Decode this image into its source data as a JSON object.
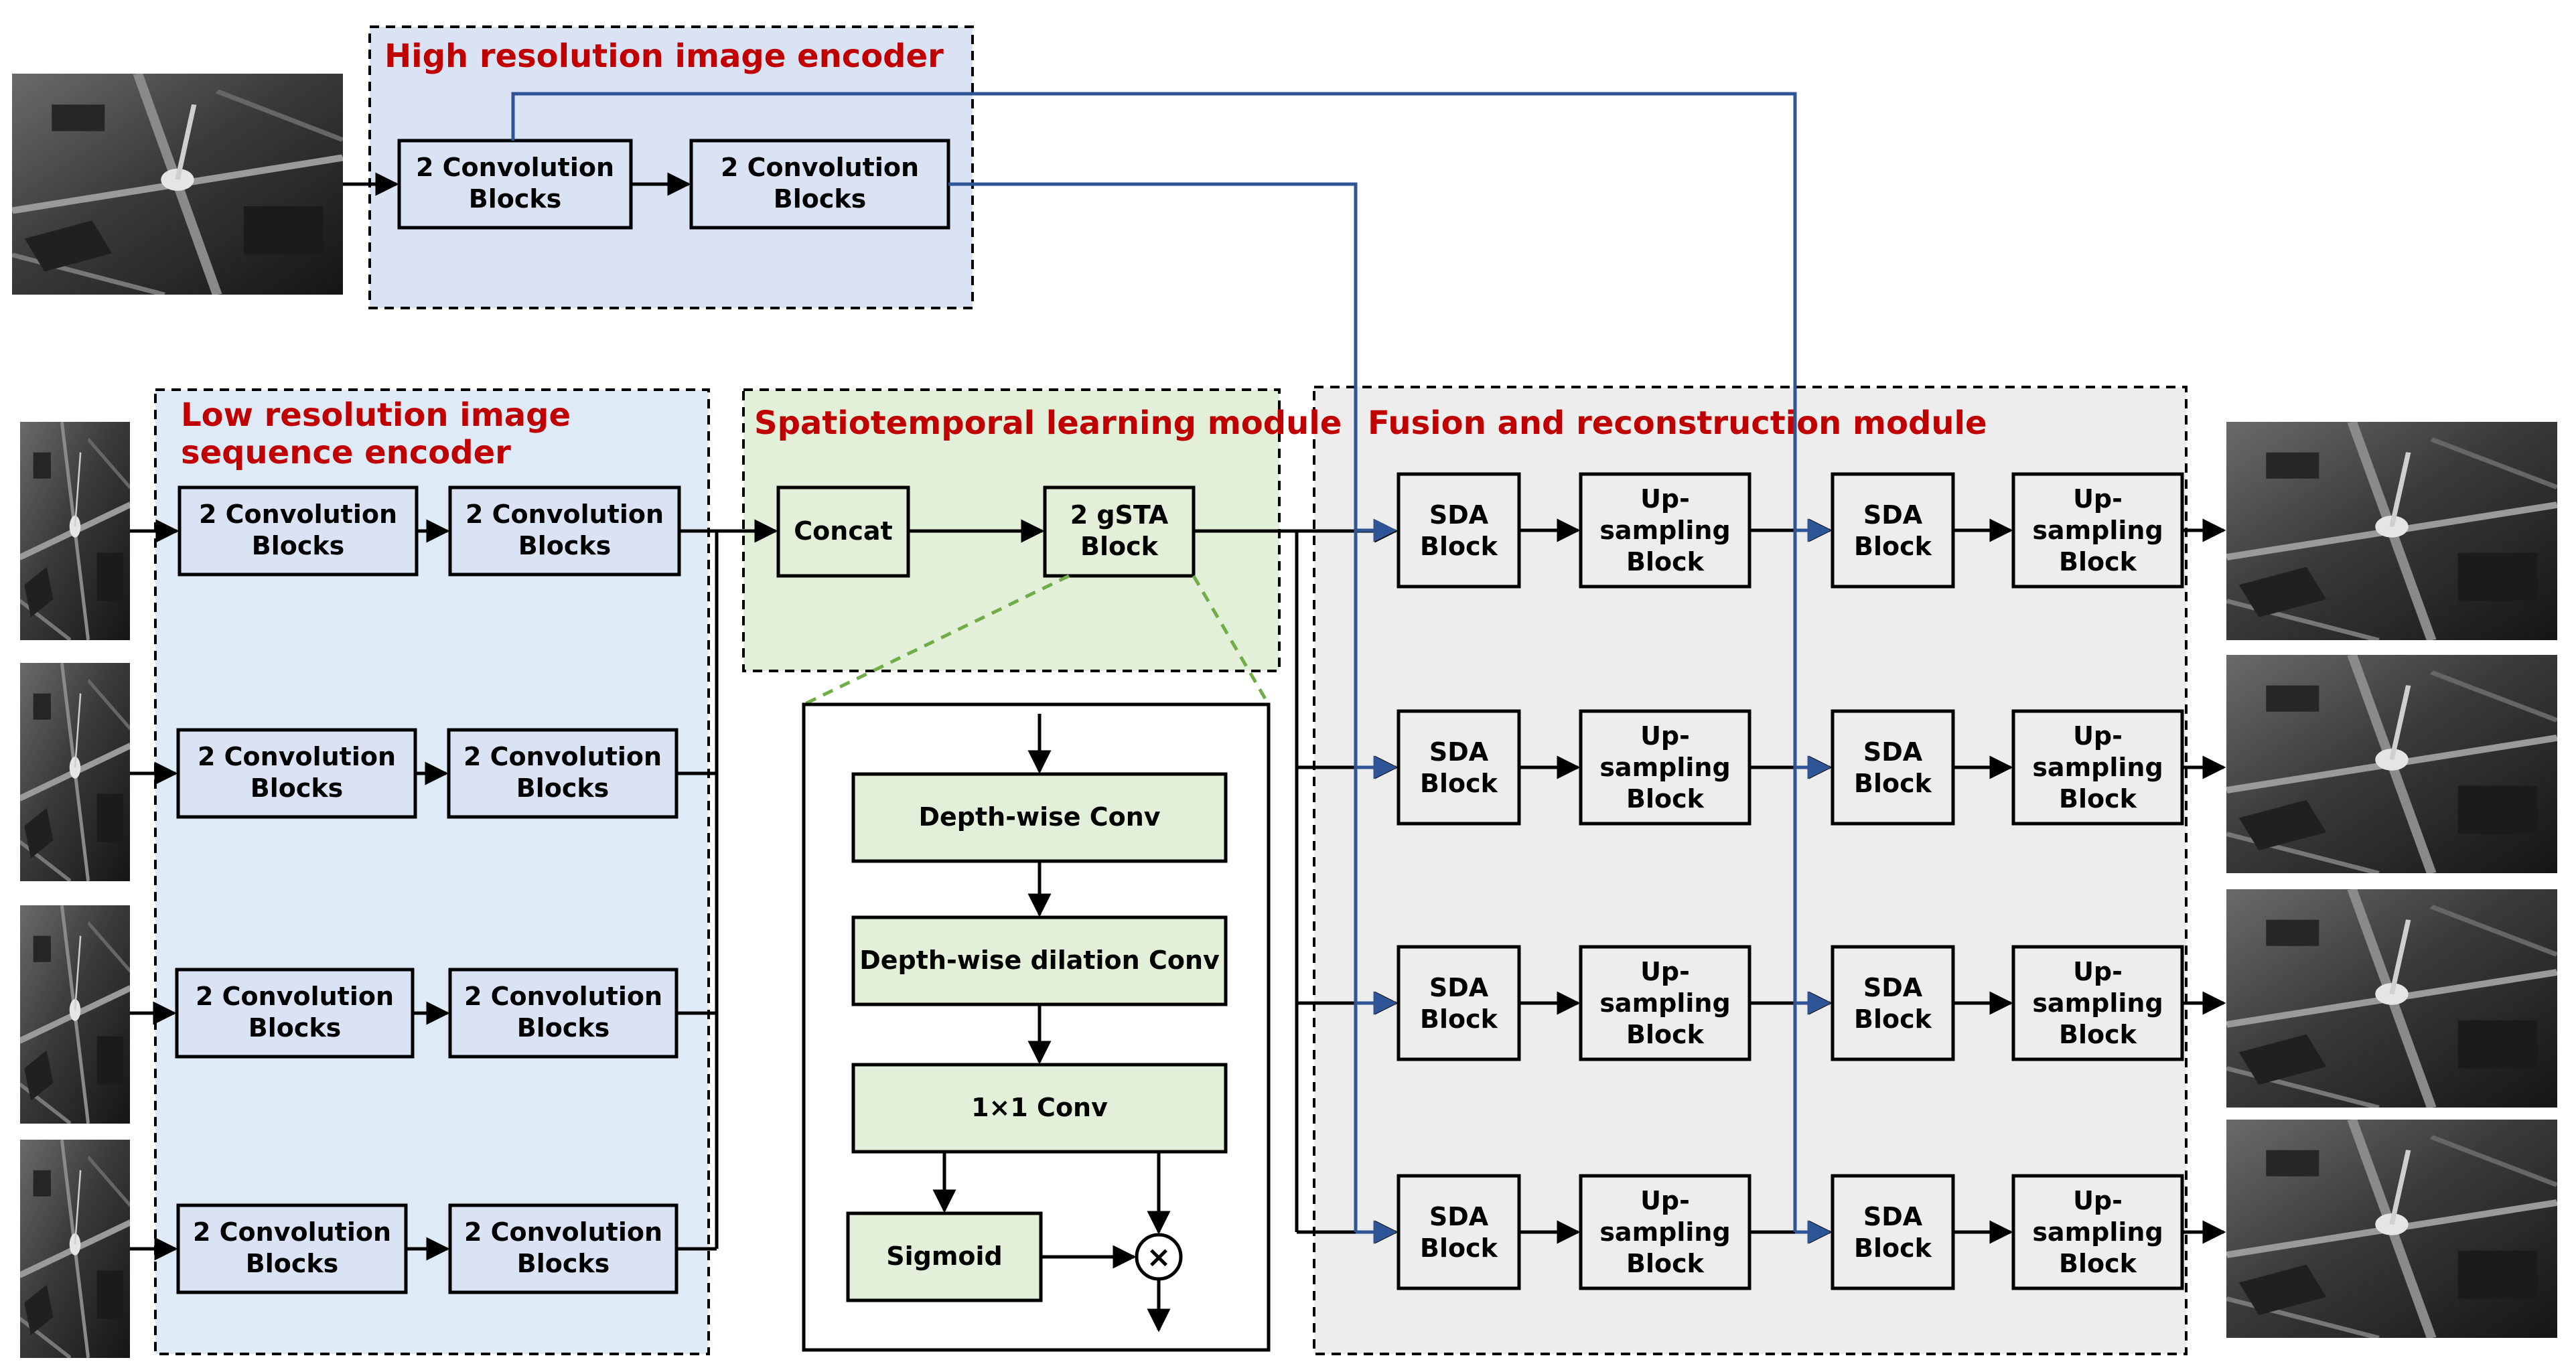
{
  "modules": {
    "high_res_encoder": {
      "title": "High resolution image encoder"
    },
    "low_res_encoder": {
      "title_line1": "Low resolution image",
      "title_line2": "sequence encoder"
    },
    "spatiotemporal": {
      "title": "Spatiotemporal learning module"
    },
    "fusion": {
      "title": "Fusion and reconstruction  module"
    }
  },
  "blocks": {
    "conv_line1": "2 Convolution",
    "conv_line2": "Blocks",
    "concat": "Concat",
    "gsta_line1": "2 gSTA",
    "gsta_line2": "Block",
    "sda_line1": "SDA",
    "sda_line2": "Block",
    "up_line1": "Up-",
    "up_line2": "sampling",
    "up_line3": "Block"
  },
  "gsta_detail": {
    "dw_conv": "Depth-wise Conv",
    "dw_dilation_conv": "Depth-wise dilation Conv",
    "conv1x1": "1×1 Conv",
    "sigmoid": "Sigmoid",
    "multiply_symbol": "×"
  },
  "images": {
    "high_res_input": "aerial-grayscale-image",
    "low_res_inputs": [
      "aerial-frame-1",
      "aerial-frame-2",
      "aerial-frame-3",
      "aerial-frame-4"
    ],
    "outputs": [
      "output-frame-1",
      "output-frame-2",
      "output-frame-3",
      "output-frame-4"
    ]
  },
  "colors": {
    "module_title": "#c00000",
    "high_res_bg": "#dae3f3",
    "low_res_bg": "#deebf7",
    "spatiotemporal_bg": "#e2f0d9",
    "fusion_bg": "#ededed",
    "block_fill_blue": "#dae3f3",
    "block_fill_green": "#e2f0d9",
    "skip_line": "#2f5597",
    "zoom_dash": "#70ad47"
  }
}
